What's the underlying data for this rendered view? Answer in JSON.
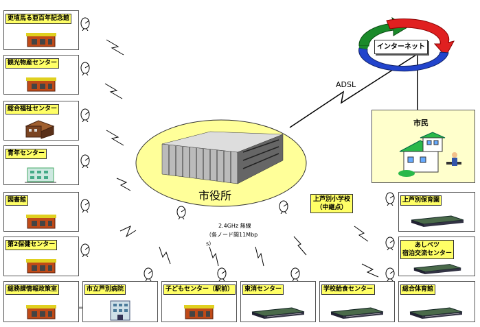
{
  "facilities_left": [
    {
      "label": "更埴馬る亜百年記念館"
    },
    {
      "label": "観光物産センター"
    },
    {
      "label": "総合福祉センター"
    },
    {
      "label": "青年センター"
    },
    {
      "label": "図書館"
    },
    {
      "label": "第2保健センター"
    }
  ],
  "facilities_bottom": [
    {
      "label": "総務課情報政策室"
    },
    {
      "label": "市立芦別病院"
    },
    {
      "label": "子どもセンター（駅前）"
    },
    {
      "label": "東消センター"
    },
    {
      "label": "学校給食センター"
    },
    {
      "label": "総合体育館"
    }
  ],
  "facilities_right": [
    {
      "label": "上芦別保育園"
    },
    {
      "label_line1": "あしベツ",
      "label_line2": "宿泊交流センター"
    }
  ],
  "center": {
    "label": "市役所"
  },
  "internet": {
    "label": "インターネット"
  },
  "adsl": {
    "label": "ADSL"
  },
  "citizen": {
    "label": "市民"
  },
  "relay": {
    "line1": "上芦別小学校",
    "line2": "（中継点）"
  },
  "wireless": {
    "line1": "2.4GHz 無線",
    "line2": "（各ノード間11Mbp",
    "line3": "s）"
  },
  "colors": {
    "label_bg": "#ffff66",
    "center_bg": "#ffff99",
    "citizen_bg": "#ffffcc",
    "ring_red": "#e02020",
    "ring_green": "#1a8a2a",
    "ring_blue": "#2244cc"
  }
}
